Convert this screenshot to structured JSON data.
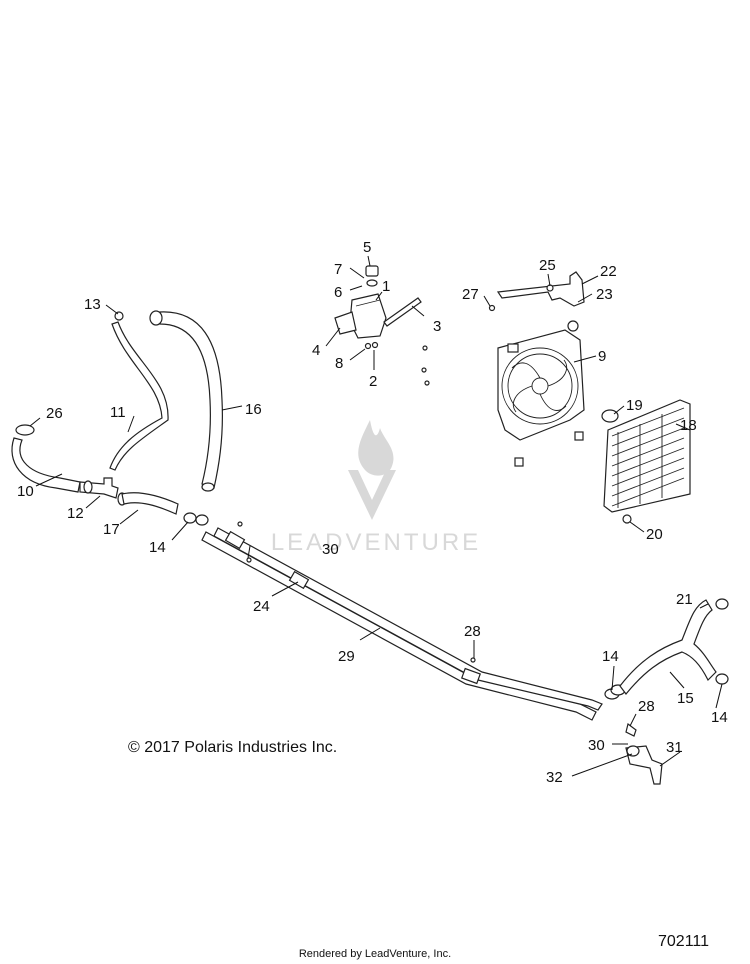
{
  "diagram": {
    "copyright": "© 2017 Polaris Industries Inc.",
    "document_number": "702111",
    "footer": "Rendered by LeadVenture, Inc.",
    "watermark": "LEADVENTURE",
    "callouts": [
      {
        "id": "c1",
        "label": "1"
      },
      {
        "id": "c2",
        "label": "2"
      },
      {
        "id": "c3",
        "label": "3"
      },
      {
        "id": "c4",
        "label": "4"
      },
      {
        "id": "c5",
        "label": "5"
      },
      {
        "id": "c6",
        "label": "6"
      },
      {
        "id": "c7",
        "label": "7"
      },
      {
        "id": "c8",
        "label": "8"
      },
      {
        "id": "c9",
        "label": "9"
      },
      {
        "id": "c10",
        "label": "10"
      },
      {
        "id": "c11",
        "label": "11"
      },
      {
        "id": "c12",
        "label": "12"
      },
      {
        "id": "c13",
        "label": "13"
      },
      {
        "id": "c14a",
        "label": "14"
      },
      {
        "id": "c14b",
        "label": "14"
      },
      {
        "id": "c14c",
        "label": "14"
      },
      {
        "id": "c15",
        "label": "15"
      },
      {
        "id": "c16",
        "label": "16"
      },
      {
        "id": "c17",
        "label": "17"
      },
      {
        "id": "c18",
        "label": "18"
      },
      {
        "id": "c19",
        "label": "19"
      },
      {
        "id": "c20",
        "label": "20"
      },
      {
        "id": "c21",
        "label": "21"
      },
      {
        "id": "c22",
        "label": "22"
      },
      {
        "id": "c23",
        "label": "23"
      },
      {
        "id": "c24",
        "label": "24"
      },
      {
        "id": "c25",
        "label": "25"
      },
      {
        "id": "c26",
        "label": "26"
      },
      {
        "id": "c27",
        "label": "27"
      },
      {
        "id": "c28a",
        "label": "28"
      },
      {
        "id": "c28b",
        "label": "28"
      },
      {
        "id": "c29",
        "label": "29"
      },
      {
        "id": "c30a",
        "label": "30"
      },
      {
        "id": "c30b",
        "label": "30"
      },
      {
        "id": "c31",
        "label": "31"
      },
      {
        "id": "c32",
        "label": "32"
      }
    ]
  }
}
